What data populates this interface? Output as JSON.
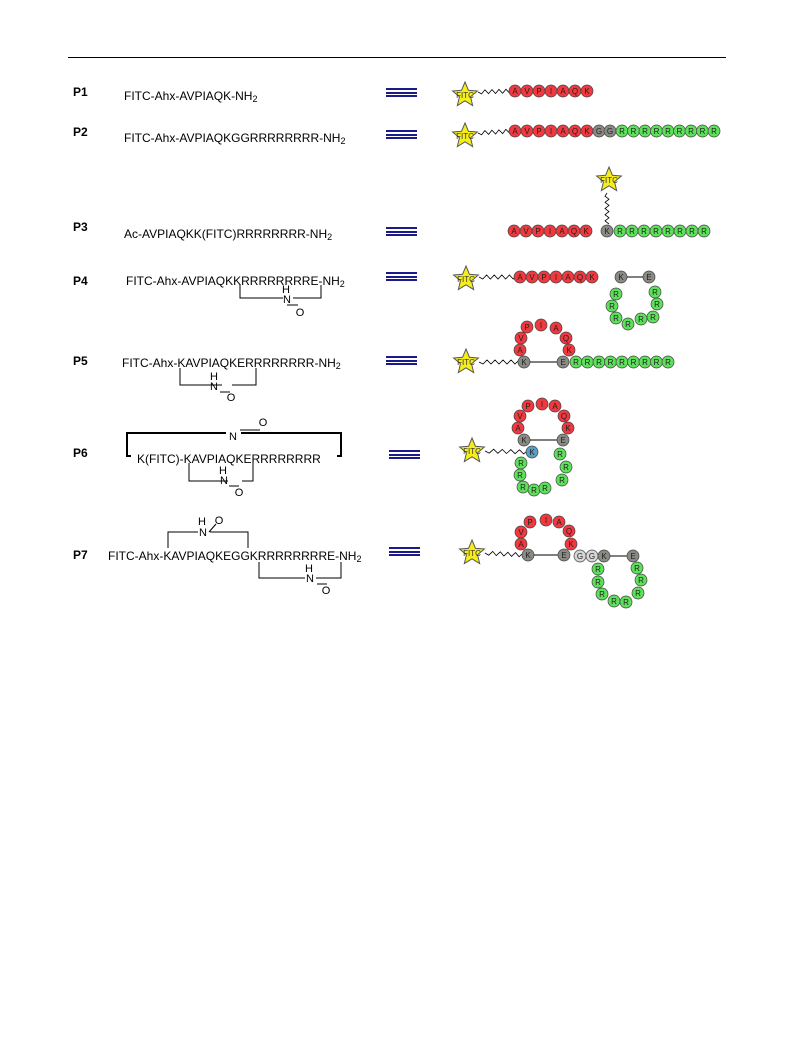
{
  "peptides": [
    {
      "id": "P1",
      "formula_main": "FITC-Ahx-AVPIAQK-NH",
      "formula_sub": "2"
    },
    {
      "id": "P2",
      "formula_main": "FITC-Ahx-AVPIAQKGGRRRRRRRR-NH",
      "formula_sub": "2"
    },
    {
      "id": "P3",
      "formula_main": "Ac-AVPIAQKK(FITC)RRRRRRRR-NH",
      "formula_sub": "2"
    },
    {
      "id": "P4",
      "formula_main": "FITC-Ahx-AVPIAQKKRRRRRRRRE-NH",
      "formula_sub": "2"
    },
    {
      "id": "P5",
      "formula_main": "FITC-Ahx-KAVPIAQKERRRRRRRR-NH",
      "formula_sub": "2"
    },
    {
      "id": "P6",
      "formula_main": "K(FITC)-KAVPIAQKERRRRRRRR",
      "formula_sub": ""
    },
    {
      "id": "P7",
      "formula_main": "FITC-Ahx-KAVPIAQKEGGKRRRRRRRRE-NH",
      "formula_sub": "2"
    }
  ],
  "bridge_labels": {
    "n": "N",
    "h": "H",
    "o": "O"
  },
  "cartoon": {
    "fitc_label": "FITC",
    "colors": {
      "red": "#f0383f",
      "green": "#5de05a",
      "gray": "#8a8a84",
      "lightgray": "#d6d6d6",
      "blue": "#5a9ec4",
      "star": "#f5ee1a"
    }
  }
}
